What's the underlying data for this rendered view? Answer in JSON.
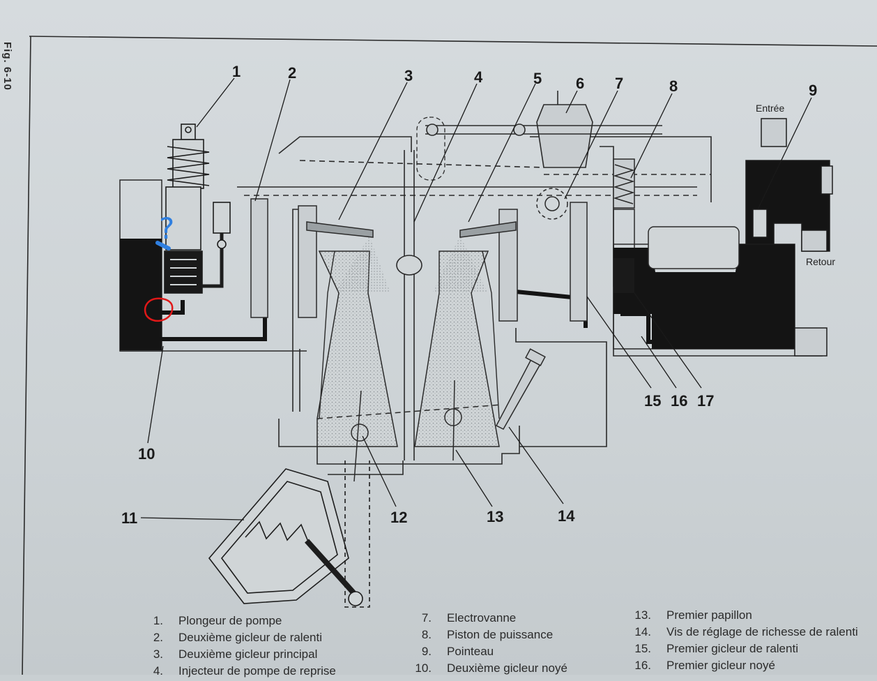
{
  "figure": {
    "label": "Fig. 6-10"
  },
  "callouts": [
    "1",
    "2",
    "3",
    "4",
    "5",
    "6",
    "7",
    "8",
    "9",
    "10",
    "11",
    "12",
    "13",
    "14",
    "15",
    "16",
    "17"
  ],
  "labels": {
    "entree": "Entrée",
    "retour": "Retour"
  },
  "annotations": {
    "question_mark": "?",
    "question_color": "#2f7fe0",
    "circle_color": "#e01818"
  },
  "legend": [
    {
      "num": "1.",
      "text": "Plongeur de pompe"
    },
    {
      "num": "2.",
      "text": "Deuxième gicleur de ralenti"
    },
    {
      "num": "3.",
      "text": "Deuxième gicleur principal"
    },
    {
      "num": "4.",
      "text": "Injecteur de pompe de reprise"
    },
    {
      "num": "7.",
      "text": "Electrovanne"
    },
    {
      "num": "8.",
      "text": "Piston de puissance"
    },
    {
      "num": "9.",
      "text": "Pointeau"
    },
    {
      "num": "10.",
      "text": "Deuxième gicleur noyé"
    },
    {
      "num": "13.",
      "text": "Premier papillon"
    },
    {
      "num": "14.",
      "text": "Vis de réglage de richesse de ralenti"
    },
    {
      "num": "15.",
      "text": "Premier gicleur de ralenti"
    },
    {
      "num": "16.",
      "text": "Premier gicleur noyé"
    }
  ]
}
